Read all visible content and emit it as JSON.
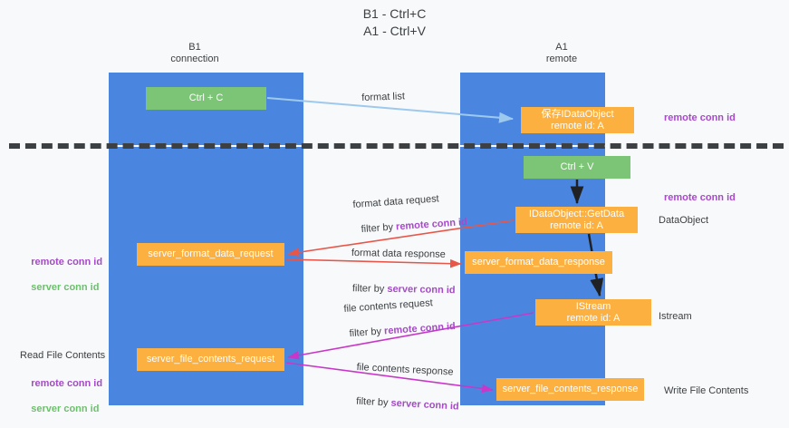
{
  "title": "B1 - Ctrl+C\nA1 - Ctrl+V",
  "columns": {
    "left": {
      "name": "B1",
      "role": "connection",
      "label": "B1\nconnection"
    },
    "right": {
      "name": "A1",
      "role": "remote",
      "label": "A1\nremote"
    }
  },
  "colors": {
    "background": "#f8f9fa",
    "panel_blue": "#4a86e0",
    "node_green": "#7cc576",
    "node_orange": "#fbb040",
    "purple": "#a64ac9",
    "green_text": "#6cc06c",
    "arrow_lightblue": "#9ec9ee",
    "arrow_red": "#e8564a",
    "arrow_magenta": "#c838c8",
    "arrow_black": "#202124",
    "text_dark": "#3c4043"
  },
  "nodes": {
    "ctrl_c": "Ctrl + C",
    "ctrl_v": "Ctrl + V",
    "idataobject": "保存IDataObject\nremote id: A",
    "getdata": "IDataObject::GetData\nremote id: A",
    "server_format_data_request": "server_format_data_request",
    "server_format_data_response": "server_format_data_response",
    "istream": "IStream\nremote id: A",
    "server_file_contents_request": "server_file_contents_request",
    "server_file_contents_response": "server_file_contents_response"
  },
  "side_labels": {
    "remote_conn_id_top": "remote conn id",
    "remote_conn_id_mid": "remote conn id",
    "dataobject": "DataObject",
    "istream": "Istream",
    "write_file_contents": "Write File Contents",
    "read_file_contents": "Read File Contents",
    "left_remote_conn_id_mid": "remote conn id",
    "left_server_conn_id_mid": "server conn id",
    "left_remote_conn_id_bot": "remote conn id",
    "left_server_conn_id_bot": "server conn id"
  },
  "edge_labels": {
    "format_list": "format list",
    "format_data_request": "format data request",
    "format_data_request_filter_prefix": "filter by ",
    "format_data_request_filter_key": "remote conn id",
    "format_data_response": "format data response",
    "format_data_response_filter_prefix": "filter by ",
    "format_data_response_filter_key": "server conn id",
    "file_contents_request": "file contents request",
    "file_contents_request_filter_prefix": "filter by ",
    "file_contents_request_filter_key": "remote conn id",
    "file_contents_response": "file contents response",
    "file_contents_response_filter_prefix": "filter by ",
    "file_contents_response_filter_key": "server conn id"
  }
}
